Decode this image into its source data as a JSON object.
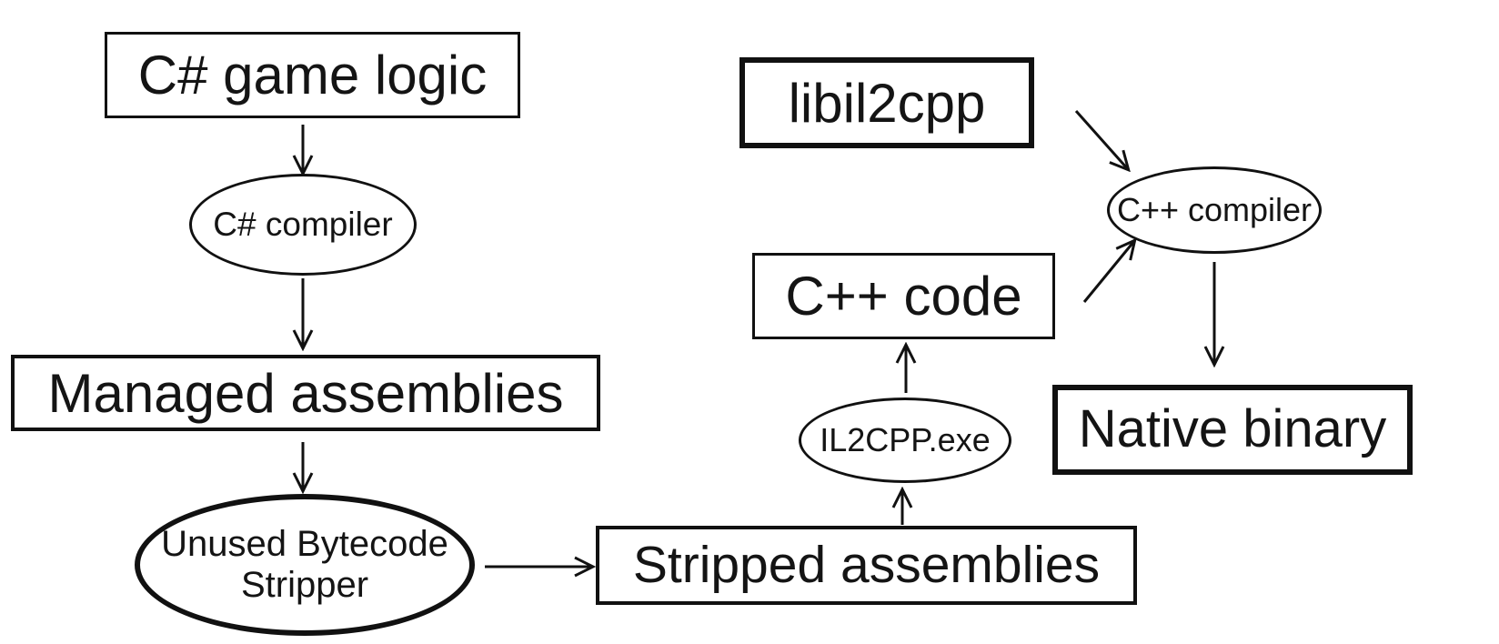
{
  "diagram": {
    "type": "flowchart",
    "background_color": "#ffffff",
    "line_color": "#111111",
    "nodes": {
      "cs_game_logic": {
        "label": "C# game logic",
        "shape": "rect",
        "border": "thin"
      },
      "cs_compiler": {
        "label": "C# compiler",
        "shape": "ellipse",
        "border": "thin"
      },
      "managed_assemblies": {
        "label": "Managed assemblies",
        "shape": "rect",
        "border": "thin"
      },
      "bytecode_stripper": {
        "lines": [
          "Unused Bytecode",
          "Stripper"
        ],
        "shape": "ellipse",
        "border": "thick"
      },
      "stripped_assemblies": {
        "label": "Stripped assemblies",
        "shape": "rect",
        "border": "thin"
      },
      "il2cpp_exe": {
        "label": "IL2CPP.exe",
        "shape": "ellipse",
        "border": "thin"
      },
      "cpp_code": {
        "label": "C++ code",
        "shape": "rect",
        "border": "thin"
      },
      "libil2cpp": {
        "label": "libil2cpp",
        "shape": "rect",
        "border": "thick"
      },
      "cpp_compiler": {
        "label": "C++ compiler",
        "shape": "ellipse",
        "border": "thin"
      },
      "native_binary": {
        "label": "Native binary",
        "shape": "rect",
        "border": "thick"
      }
    },
    "edges": [
      {
        "from": "cs_game_logic",
        "to": "cs_compiler",
        "direction": "down"
      },
      {
        "from": "cs_compiler",
        "to": "managed_assemblies",
        "direction": "down"
      },
      {
        "from": "managed_assemblies",
        "to": "bytecode_stripper",
        "direction": "down"
      },
      {
        "from": "bytecode_stripper",
        "to": "stripped_assemblies",
        "direction": "right"
      },
      {
        "from": "stripped_assemblies",
        "to": "il2cpp_exe",
        "direction": "up"
      },
      {
        "from": "il2cpp_exe",
        "to": "cpp_code",
        "direction": "up"
      },
      {
        "from": "cpp_code",
        "to": "cpp_compiler",
        "direction": "up-right"
      },
      {
        "from": "libil2cpp",
        "to": "cpp_compiler",
        "direction": "down-right"
      },
      {
        "from": "cpp_compiler",
        "to": "native_binary",
        "direction": "down"
      }
    ]
  }
}
